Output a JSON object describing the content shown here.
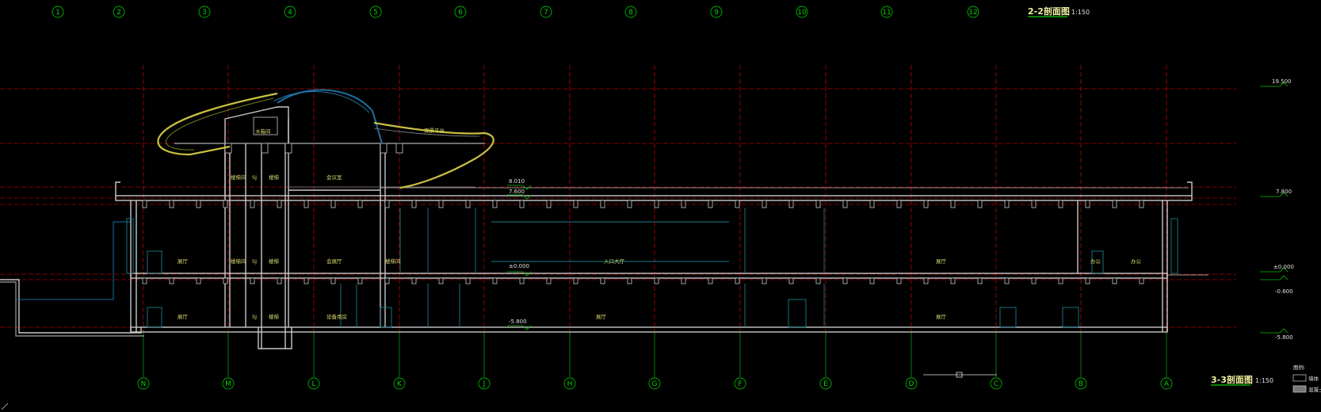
{
  "top_grid": [
    "1",
    "2",
    "3",
    "4",
    "5",
    "6",
    "7",
    "8",
    "9",
    "10",
    "11",
    "12"
  ],
  "bottom_grid": [
    "N",
    "M",
    "L",
    "K",
    "J",
    "H",
    "G",
    "F",
    "E",
    "D",
    "C",
    "B",
    "A"
  ],
  "title_top": {
    "name": "2-2剖面图",
    "scale": "1:150"
  },
  "title_bottom": {
    "name": "3-3剖面图",
    "scale": "1:150"
  },
  "levels_right": [
    "19.500",
    "7.800",
    "±0.000",
    "-0.600",
    "-5.800"
  ],
  "levels_inner": [
    "8.010",
    "7.600",
    "±0.000",
    "-5.800"
  ],
  "rooms_roof": [
    "水箱间",
    "观景平台"
  ],
  "rooms_upper": [
    "楼梯间",
    "SJ",
    "楼梯",
    "会议室"
  ],
  "rooms_ground": [
    "展厅",
    "楼梯间",
    "SJ",
    "楼梯",
    "会展厅",
    "楼梯间",
    "入口大厅",
    "展厅",
    "办公",
    "办公"
  ],
  "rooms_basement": [
    "展厅",
    "SJ",
    "楼梯",
    "设备用房",
    "展厅",
    "展厅"
  ],
  "legend": {
    "title": "图例:",
    "items": [
      "墙体",
      "混凝土"
    ]
  },
  "colors": {
    "grid_red": "#c00000",
    "grid_green": "#00b000",
    "wall": "#c8c8c8",
    "roof_yellow": "#c8c040",
    "roof_blue": "#1e6e9e",
    "glass": "#1a7e8c"
  }
}
